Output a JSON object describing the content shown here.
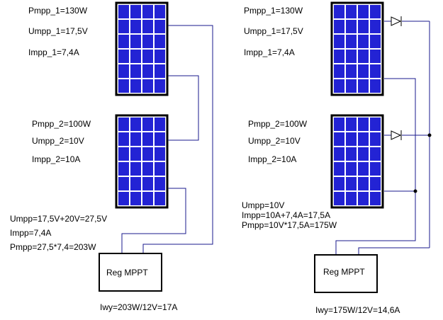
{
  "colors": {
    "wire": "#1a1a8c",
    "panel_cell": "#2323d4",
    "panel_grid": "#ffffff",
    "frame": "#000000",
    "background": "#ffffff"
  },
  "left": {
    "panel1": {
      "p": "Pmpp_1=130W",
      "u": "Umpp_1=17,5V",
      "i": "Impp_1=7,4A"
    },
    "panel2": {
      "p": "Pmpp_2=100W",
      "u": "Umpp_2=10V",
      "i": "Impp_2=10A"
    },
    "sum": {
      "u": "Umpp=17,5V+20V=27,5V",
      "i": "Impp=7,4A",
      "p": "Pmpp=27,5*7,4=203W"
    },
    "regulator": "Reg MPPT",
    "output": "Iwy=203W/12V=17A"
  },
  "right": {
    "panel1": {
      "p": "Pmpp_1=130W",
      "u": "Umpp_1=17,5V",
      "i": "Impp_1=7,4A"
    },
    "panel2": {
      "p": "Pmpp_2=100W",
      "u": "Umpp_2=10V",
      "i": "Impp_2=10A"
    },
    "sum": {
      "u": "Umpp=10V",
      "i": "Impp=10A+7,4A=17,5A",
      "p": "Pmpp=10V*17,5A=175W"
    },
    "regulator": "Reg MPPT",
    "output": "Iwy=175W/12V=14,6A"
  }
}
